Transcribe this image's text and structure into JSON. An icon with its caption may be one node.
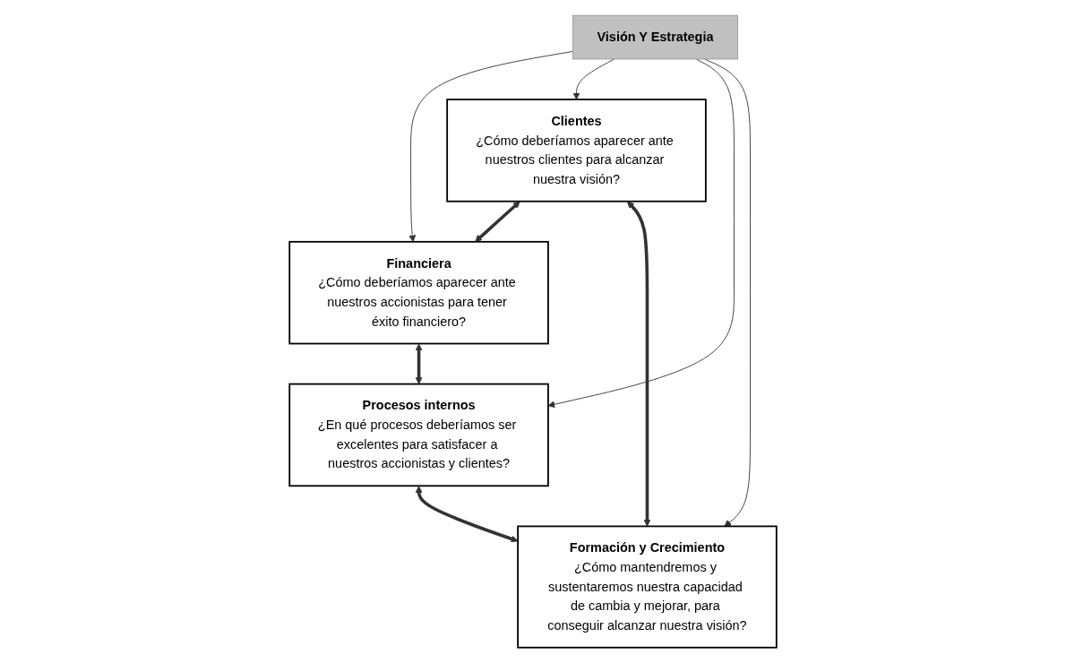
{
  "diagram": {
    "nodes": [
      {
        "text": [
          "Financiera",
          "¿Cómo deberíamos aparecer ante nuestros accionistas para tener éxito financiero?"
        ]
      },
      {
        "text": [
          "Clientes",
          "¿Cómo deberíamos aparecer ante nuestros clientes para alcanzar nuestra visión?"
        ]
      },
      {
        "text": [
          "Visión Y Estrategia"
        ]
      },
      {
        "text": [
          "Procesos internos",
          "¿En qué procesos deberíamos ser excelentes para satisfacer a nuestros accionistas y clientes?"
        ]
      },
      {
        "text": [
          "Formación y Crecimiento",
          "¿Cómo mantendremos y sustentaremos nuestra capacidad de cambia y mejorar, para conseguir alcanzar nuestra visión?"
        ]
      }
    ],
    "edges": [
      {
        "from": 2,
        "to": 0,
        "arrow": "to"
      },
      {
        "from": 2,
        "to": 1,
        "arrow": "to"
      },
      {
        "from": 2,
        "to": 3,
        "arrow": "to"
      },
      {
        "from": 2,
        "to": 4,
        "arrow": "to"
      },
      {
        "from": 1,
        "to": 0,
        "arrow": "both",
        "style": "thick"
      },
      {
        "from": 0,
        "to": 3,
        "arrow": "both",
        "style": "thick"
      },
      {
        "from": 1,
        "to": 4,
        "arrow": "both",
        "style": "thick"
      },
      {
        "from": 3,
        "to": 4,
        "arrow": "both",
        "style": "thick"
      }
    ]
  }
}
